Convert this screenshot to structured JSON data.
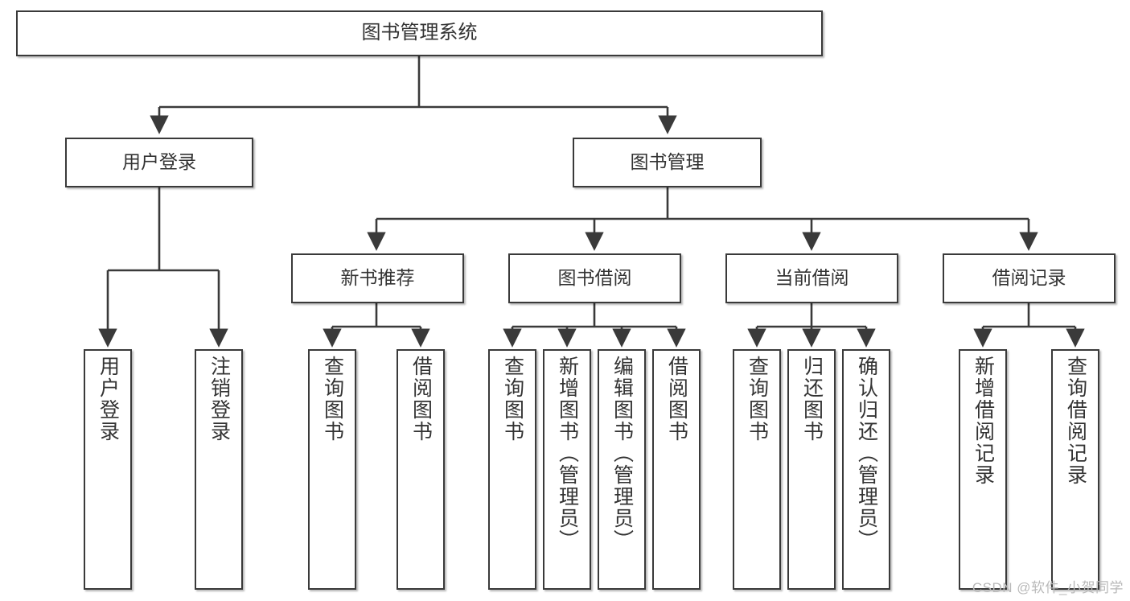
{
  "diagram": {
    "title": "图书管理系统",
    "root": {
      "id": "root",
      "label": "图书管理系统"
    },
    "level2": [
      {
        "id": "user-login",
        "label": "用户登录"
      },
      {
        "id": "book-manage",
        "label": "图书管理"
      }
    ],
    "level3": [
      {
        "id": "new-book-recommend",
        "label": "新书推荐"
      },
      {
        "id": "book-borrow",
        "label": "图书借阅"
      },
      {
        "id": "current-borrow",
        "label": "当前借阅"
      },
      {
        "id": "borrow-record",
        "label": "借阅记录"
      }
    ],
    "leaves": {
      "user_login": [
        {
          "id": "leaf-user-login",
          "label": "用户登录"
        },
        {
          "id": "leaf-user-logout",
          "label": "注销登录"
        }
      ],
      "new_book_recommend": [
        {
          "id": "leaf-query-book-1",
          "label": "查询图书"
        },
        {
          "id": "leaf-borrow-book-1",
          "label": "借阅图书"
        }
      ],
      "book_borrow": [
        {
          "id": "leaf-query-book-2",
          "label": "查询图书"
        },
        {
          "id": "leaf-add-book",
          "label": "新增图书（管理员）"
        },
        {
          "id": "leaf-edit-book",
          "label": "编辑图书（管理员）"
        },
        {
          "id": "leaf-borrow-book-2",
          "label": "借阅图书"
        }
      ],
      "current_borrow": [
        {
          "id": "leaf-query-book-3",
          "label": "查询图书"
        },
        {
          "id": "leaf-return-book",
          "label": "归还图书"
        },
        {
          "id": "leaf-confirm-return",
          "label": "确认归还（管理员）"
        }
      ],
      "borrow_record": [
        {
          "id": "leaf-add-record",
          "label": "新增借阅记录"
        },
        {
          "id": "leaf-query-record",
          "label": "查询借阅记录"
        }
      ]
    }
  },
  "watermark": "CSDN @软件_小贺同学",
  "colors": {
    "stroke": "#3a3a3a",
    "text": "#333333",
    "background": "#ffffff",
    "watermark": "#b9b9b9"
  }
}
